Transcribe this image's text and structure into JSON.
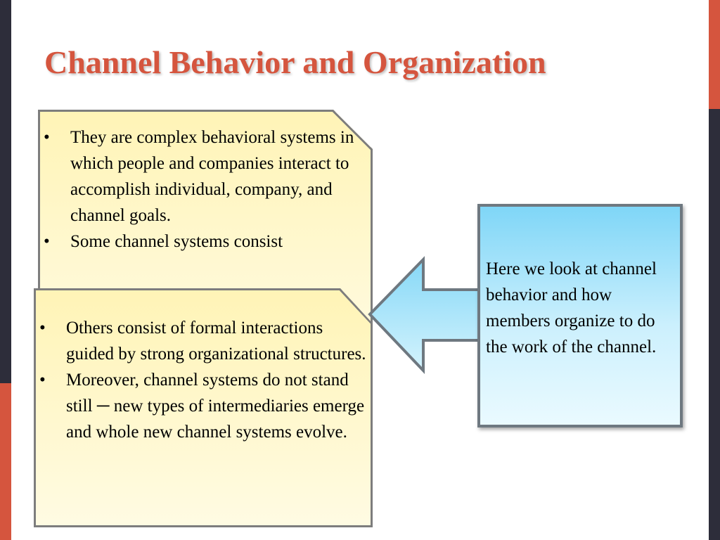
{
  "slide": {
    "title": "Channel Behavior and Organization"
  },
  "back_note": {
    "bullets": [
      "They are complex behavioral systems in which people and companies interact to accomplish individual, company, and channel goals.",
      "Some channel systems consist"
    ]
  },
  "front_note": {
    "bullets": [
      "Others consist of formal interactions guided by strong organizational structures.",
      "Moreover, channel systems do not stand still ─ new types of intermediaries emerge and whole new channel systems evolve."
    ]
  },
  "callout": {
    "text": "Here we look at channel behavior and how members organize to do the work of the channel."
  },
  "bullet_symbol": "•",
  "colors": {
    "title": "#d5553e",
    "accent_red": "#d5553e",
    "accent_dark": "#2d2d3a",
    "note_fill": "#fff4b6",
    "callout_fill": "#7fd6f7",
    "border_gray": "#7d7d7d"
  }
}
